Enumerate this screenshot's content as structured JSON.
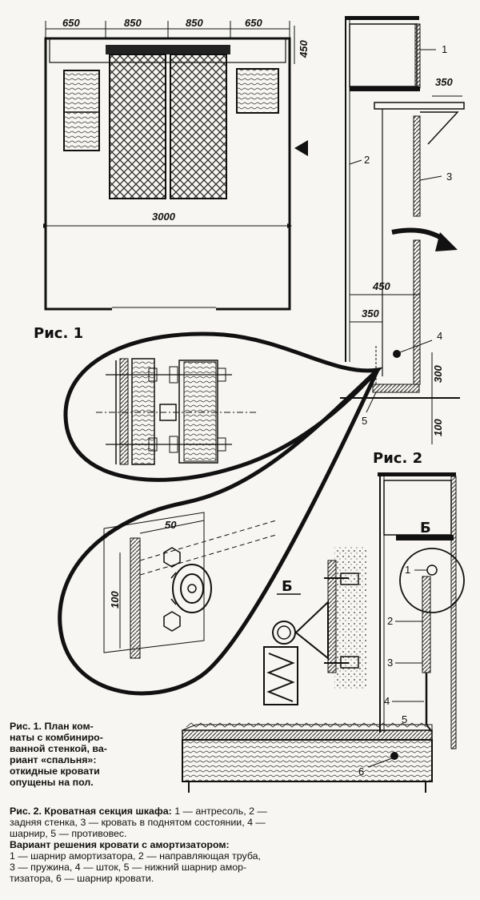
{
  "figure1": {
    "label": "Рис. 1",
    "dims": {
      "d650a": "650",
      "d850a": "850",
      "d850b": "850",
      "d650b": "650",
      "d450": "450",
      "d3000": "3000"
    }
  },
  "figure2": {
    "label": "Рис. 2",
    "dims": {
      "d350top": "350",
      "d450": "450",
      "d350": "350",
      "d300": "300",
      "d100": "100"
    },
    "callouts": [
      "1",
      "2",
      "3",
      "4",
      "5"
    ]
  },
  "detail_zoom": {
    "d50": "50",
    "d100": "100"
  },
  "figure3": {
    "section_mark": "Б",
    "detail_mark": "Б",
    "callouts": [
      "1",
      "2",
      "3",
      "4",
      "5",
      "6"
    ]
  },
  "caption1": {
    "prefix": "Рис. 1.",
    "lines": [
      "План ком-",
      "наты с комбиниро-",
      "ванной стенкой, ва-",
      "риант «спальня»:",
      "откидные кровати",
      "опущены на пол."
    ]
  },
  "caption2": {
    "prefix": "Рис. 2. Кроватная секция шкафа:",
    "rest_line1": "1 — антресоль, 2 —",
    "line2": "задняя стенка, 3 — кровать в поднятом состоянии, 4 —",
    "line3": "шарнир, 5 — противовес.",
    "variant_title": "Вариант решения кровати с амортизатором:",
    "variant_line1": "1 — шарнир амортизатора, 2 — направляющая труба,",
    "variant_line2": "3 — пружина, 4 — шток, 5 — нижний шарнир амор-",
    "variant_line3": "тизатора, 6 — шарнир кровати."
  }
}
